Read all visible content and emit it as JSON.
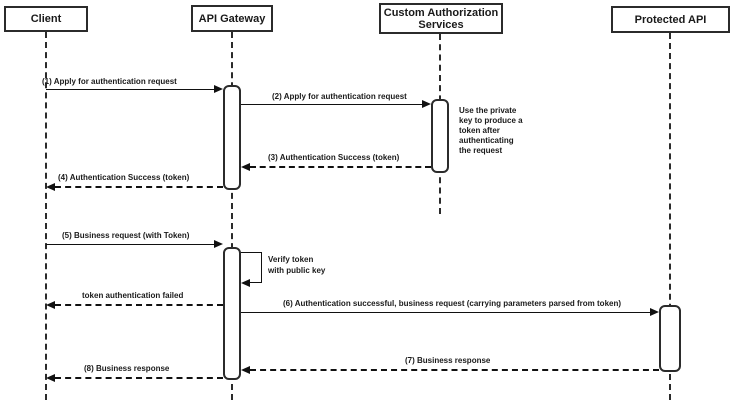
{
  "diagram": {
    "kind": "uml-sequence-diagram",
    "colors": {
      "line": "#111111",
      "border": "#2b2b2b",
      "background": "#ffffff"
    },
    "actors": [
      {
        "id": "client",
        "label": "Client"
      },
      {
        "id": "api-gateway",
        "label": "API Gateway"
      },
      {
        "id": "custom-authorization-services",
        "label": "Custom Authorization Services"
      },
      {
        "id": "protected-api",
        "label": "Protected API"
      }
    ],
    "messages": [
      {
        "label": "(1) Apply for authentication request",
        "from": "Client",
        "to": "API Gateway",
        "style": "solid"
      },
      {
        "label": "(2) Apply for authentication request",
        "from": "API Gateway",
        "to": "Custom Authorization Services",
        "style": "solid"
      },
      {
        "label": "(3) Authentication Success (token)",
        "from": "Custom Authorization Services",
        "to": "API Gateway",
        "style": "dashed"
      },
      {
        "label": "(4) Authentication Success (token)",
        "from": "API Gateway",
        "to": "Client",
        "style": "dashed"
      },
      {
        "label": "(5) Business request (with Token)",
        "from": "Client",
        "to": "API Gateway",
        "style": "solid"
      },
      {
        "label": "token authentication failed",
        "from": "API Gateway",
        "to": "Client",
        "style": "dashed"
      },
      {
        "label": "(6) Authentication successful, business request (carrying parameters parsed from token)",
        "from": "API Gateway",
        "to": "Protected API",
        "style": "solid"
      },
      {
        "label": "(7) Business response",
        "from": "Protected API",
        "to": "API Gateway",
        "style": "dashed"
      },
      {
        "label": "(8) Business response",
        "from": "API Gateway",
        "to": "Client",
        "style": "dashed"
      }
    ],
    "self_message": {
      "actor": "API Gateway",
      "lines": [
        "Verify token",
        "with public key"
      ]
    },
    "notes": [
      {
        "attached_to": "Custom Authorization Services",
        "lines": [
          "Use the private",
          "key to produce a",
          "token after",
          "authenticating",
          "the request"
        ]
      }
    ]
  }
}
